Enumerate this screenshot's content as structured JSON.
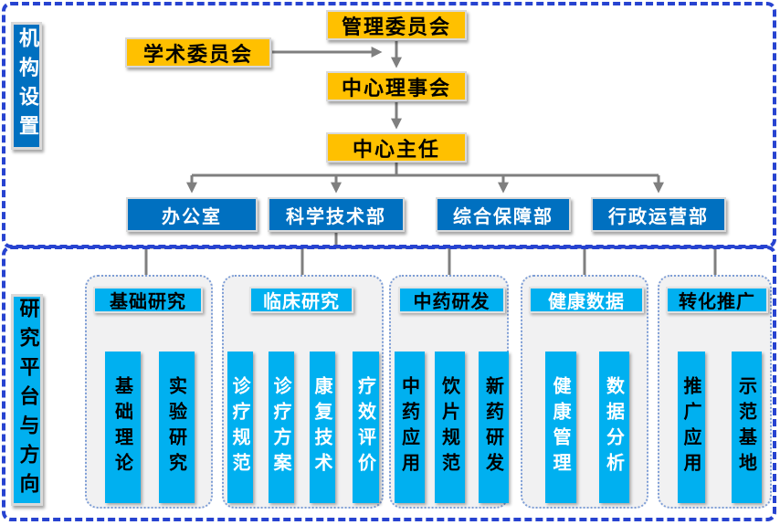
{
  "top_section": {
    "side_label": "机构设置",
    "boxes": {
      "management_committee": "管理委员会",
      "academic_committee": "学术委员会",
      "center_council": "中心理事会",
      "center_director": "中心主任"
    },
    "departments": [
      "办公室",
      "科学技术部",
      "综合保障部",
      "行政运营部"
    ]
  },
  "bottom_section": {
    "side_label": "研究平台与方向",
    "groups": [
      {
        "title": "基础研究",
        "text_color": "#000000",
        "columns": [
          "基础理论",
          "实验研究"
        ]
      },
      {
        "title": "临床研究",
        "text_color": "#FFFFFF",
        "columns": [
          "诊疗规范",
          "诊疗方案",
          "康复技术",
          "疗效评价"
        ]
      },
      {
        "title": "中药研发",
        "text_color": "#000000",
        "columns": [
          "中药应用",
          "饮片规范",
          "新药研发"
        ]
      },
      {
        "title": "健康数据",
        "text_color": "#FFFFFF",
        "columns": [
          "健康管理",
          "数据分析"
        ]
      },
      {
        "title": "转化推广",
        "text_color": "#000000",
        "columns": [
          "推广应用",
          "示范基地"
        ]
      }
    ]
  },
  "colors": {
    "governance_gold": "#FFC000",
    "department_blue": "#0070C0",
    "platform_cyan": "#00B0F0",
    "connector_gray": "#7F7F7F",
    "dashed_frame_blue": "#2743D0",
    "group_fill": "#F1F1F2",
    "box_border_gray": "#D9D9D9"
  }
}
